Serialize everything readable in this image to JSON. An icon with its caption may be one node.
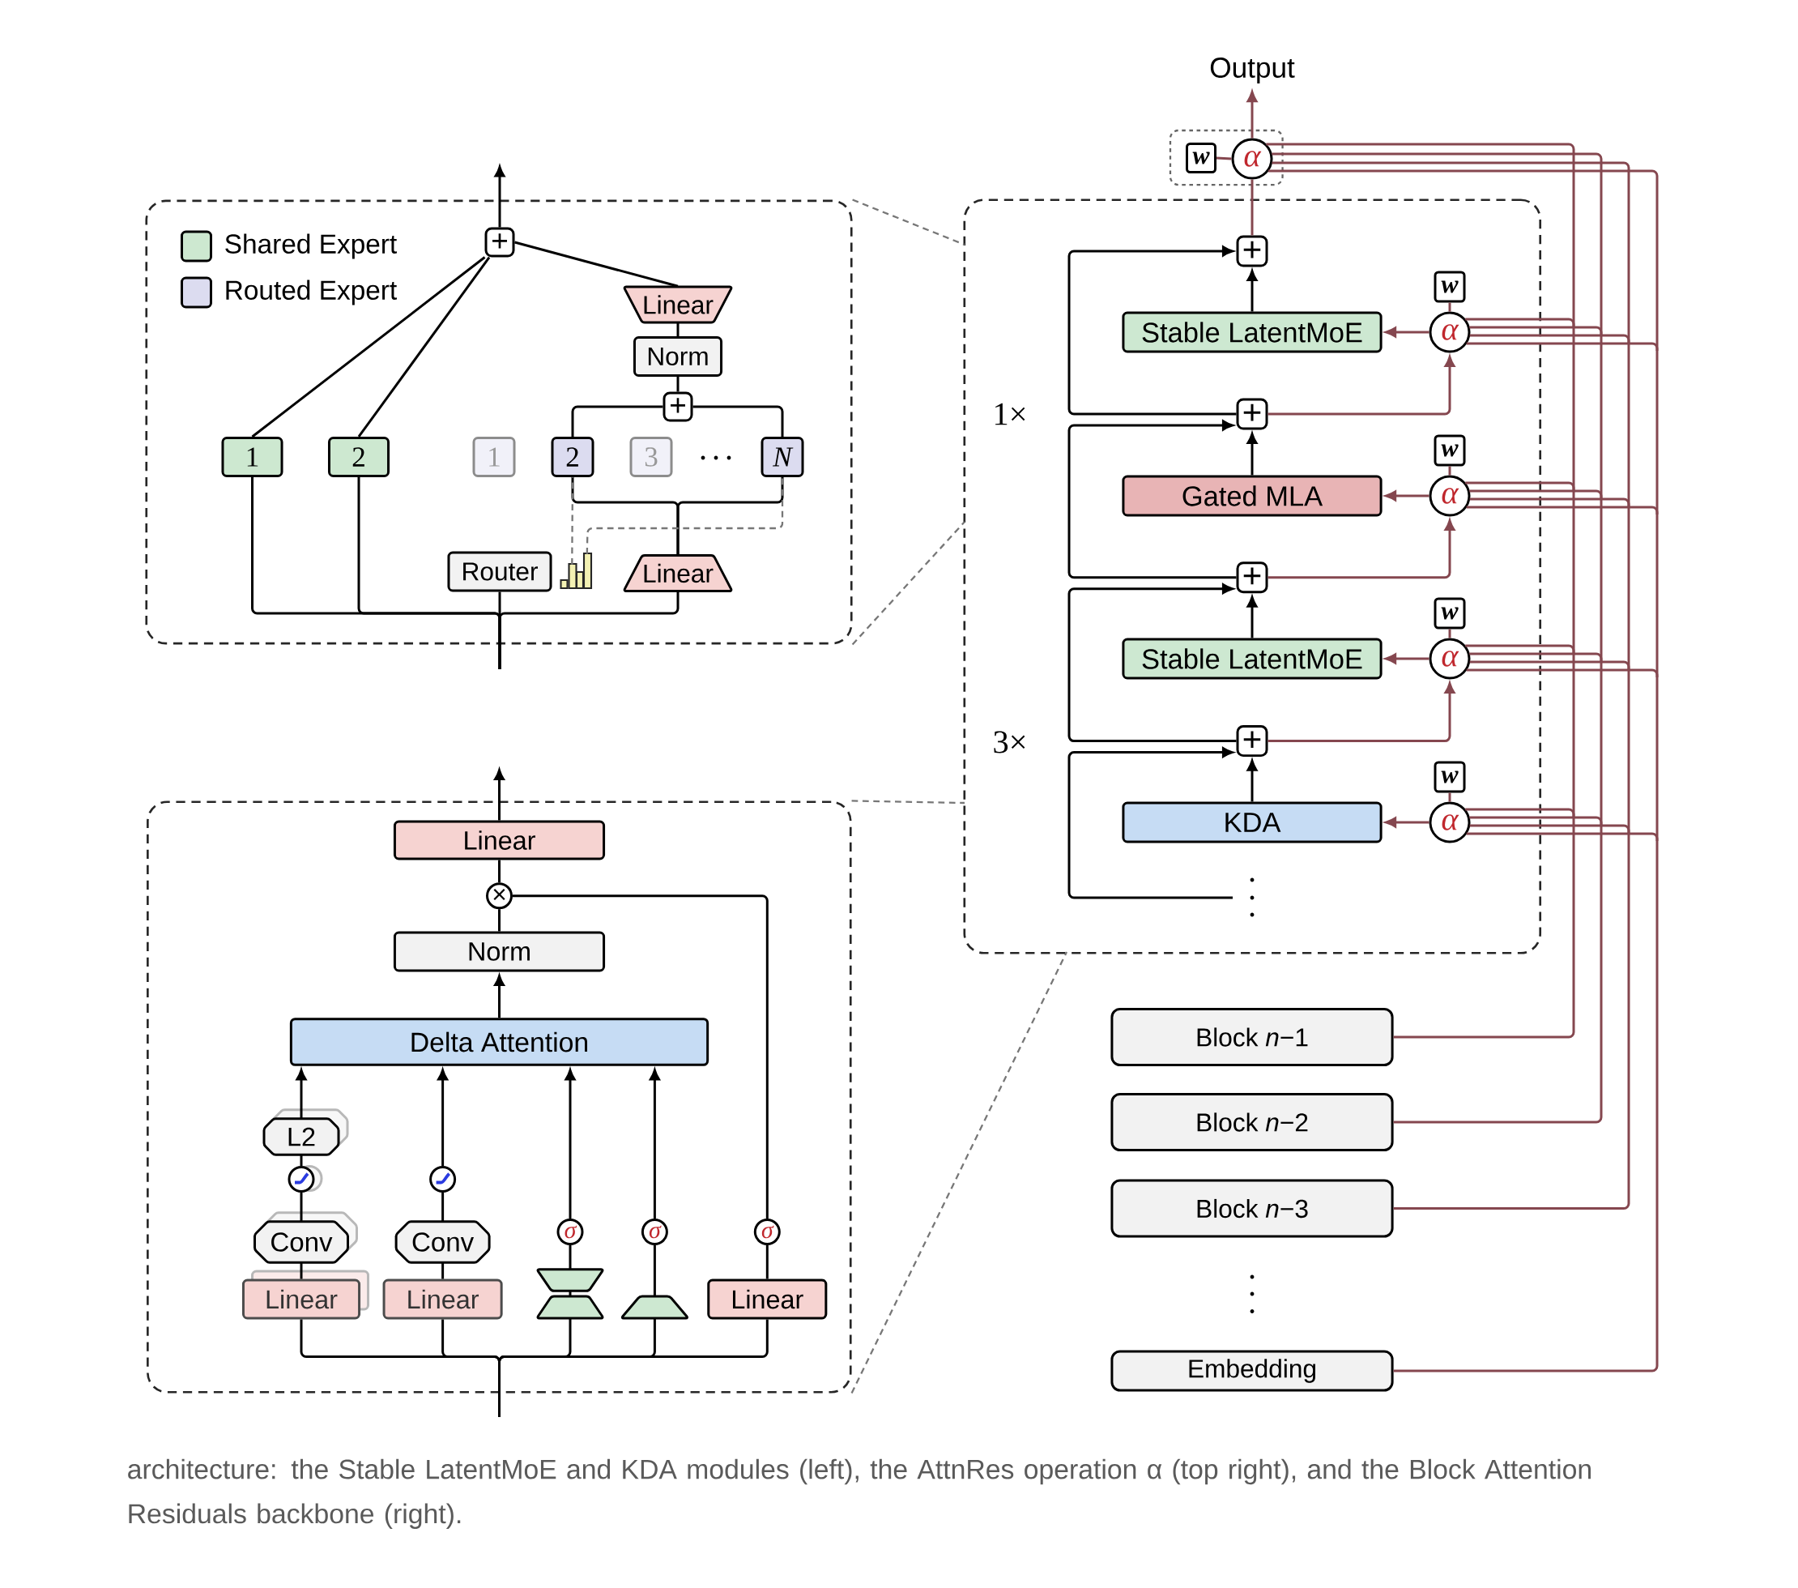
{
  "diagram": {
    "caption": "architecture: the Stable LatentMoE and KDA modules (left), the AttnRes operation α (top right), and the Block Attention Residuals backbone (right).",
    "nodes": [
      {
        "text": [],
        "shape": "box"
      },
      {
        "text": [
          "+"
        ],
        "in": 0
      },
      {
        "text": [
          "Linear"
        ],
        "in": 0
      },
      {
        "text": [
          "Norm"
        ],
        "in": 0
      },
      {
        "text": [
          "+"
        ],
        "in": 0
      },
      {
        "text": [
          "1"
        ],
        "in": 0
      },
      {
        "text": [
          "2"
        ],
        "in": 0
      },
      {
        "text": [
          "1"
        ],
        "in": 0
      },
      {
        "text": [
          "2"
        ],
        "in": 0
      },
      {
        "text": [
          "3"
        ],
        "in": 0
      },
      {
        "text": [
          "N"
        ],
        "in": 0
      },
      {
        "text": [
          "Router"
        ],
        "in": 0
      },
      {
        "text": [],
        "shape": "picture",
        "in": 0
      },
      {
        "text": [
          "Linear"
        ],
        "in": 0
      },
      {
        "text": [],
        "shape": "box"
      },
      {
        "text": [
          "Linear"
        ],
        "in": 14
      },
      {
        "text": [
          "×"
        ],
        "in": 14
      },
      {
        "text": [
          "Norm"
        ],
        "in": 14
      },
      {
        "text": [
          "Delta Attention"
        ],
        "in": 14
      },
      {
        "text": [
          "L2"
        ],
        "in": 14
      },
      {
        "text": [],
        "shape": "circle",
        "in": 14
      },
      {
        "text": [],
        "shape": "circle",
        "in": 14
      },
      {
        "text": [
          "σ"
        ],
        "in": 14
      },
      {
        "text": [
          "σ"
        ],
        "in": 14
      },
      {
        "text": [
          "σ"
        ],
        "in": 14
      },
      {
        "text": [
          "Conv"
        ],
        "in": 14
      },
      {
        "text": [
          "Conv"
        ],
        "in": 14
      },
      {
        "text": [],
        "shape": "trapezoid",
        "in": 14
      },
      {
        "text": [
          "Linear"
        ],
        "in": 14
      },
      {
        "text": [
          "Linear"
        ],
        "in": 14
      },
      {
        "text": [],
        "shape": "trapezoid",
        "in": 14
      },
      {
        "text": [],
        "shape": "trapezoid",
        "in": 14
      },
      {
        "text": [
          "Linear"
        ],
        "in": 14
      },
      {
        "text": [
          "Output"
        ]
      },
      {
        "text": [],
        "shape": "box"
      },
      {
        "text": [
          "w"
        ],
        "in": 34
      },
      {
        "text": [
          "α"
        ],
        "in": 34
      },
      {
        "text": [],
        "shape": "box"
      },
      {
        "text": [
          "+"
        ],
        "in": 37
      },
      {
        "text": [
          "w"
        ],
        "in": 37
      },
      {
        "text": [
          "Stable LatentMoE"
        ],
        "in": 37
      },
      {
        "text": [
          "α"
        ],
        "in": 37
      },
      {
        "text": [
          "+"
        ],
        "in": 37
      },
      {
        "text": [
          "w"
        ],
        "in": 37
      },
      {
        "text": [
          "Gated MLA"
        ],
        "in": 37
      },
      {
        "text": [
          "α"
        ],
        "in": 37
      },
      {
        "text": [
          "+"
        ],
        "in": 37
      },
      {
        "text": [
          "w"
        ],
        "in": 37
      },
      {
        "text": [
          "Stable LatentMoE"
        ],
        "in": 37
      },
      {
        "text": [
          "α"
        ],
        "in": 37
      },
      {
        "text": [
          "+"
        ],
        "in": 37
      },
      {
        "text": [
          "w"
        ],
        "in": 37
      },
      {
        "text": [
          "KDA"
        ],
        "in": 37
      },
      {
        "text": [
          "α"
        ],
        "in": 37
      },
      {
        "text": [
          "Block *n*−1"
        ]
      },
      {
        "text": [
          "Block *n*−2"
        ]
      },
      {
        "text": [
          "Block *n*−3"
        ]
      },
      {
        "text": [
          "Embedding"
        ]
      }
    ],
    "edges": [
      {
        "from": null,
        "to": 5,
        "arrow": "none"
      },
      {
        "from": null,
        "to": 6,
        "arrow": "none"
      },
      {
        "from": null,
        "to": 11,
        "arrow": "none"
      },
      {
        "from": null,
        "to": 13,
        "arrow": "none"
      },
      {
        "from": 13,
        "to": 8,
        "arrow": "none"
      },
      {
        "from": 13,
        "to": 10,
        "arrow": "none"
      },
      {
        "from": 12,
        "to": 8,
        "arrow": "none",
        "style": "dashed",
        "color": "#777777"
      },
      {
        "from": 12,
        "to": 10,
        "arrow": "none",
        "style": "dashed",
        "color": "#777777"
      },
      {
        "from": 8,
        "to": 4,
        "arrow": "none"
      },
      {
        "from": 10,
        "to": 4,
        "arrow": "none"
      },
      {
        "from": 4,
        "to": 3,
        "arrow": "none"
      },
      {
        "from": 3,
        "to": 2,
        "arrow": "none"
      },
      {
        "from": 2,
        "to": 1,
        "arrow": "none"
      },
      {
        "from": 5,
        "to": 1,
        "arrow": "none"
      },
      {
        "from": 6,
        "to": 1,
        "arrow": "none"
      },
      {
        "from": 1,
        "to": null,
        "arrow": "to"
      },
      {
        "from": null,
        "to": 28,
        "arrow": "none"
      },
      {
        "from": null,
        "to": 29,
        "arrow": "none"
      },
      {
        "from": null,
        "to": 30,
        "arrow": "none"
      },
      {
        "from": null,
        "to": 31,
        "arrow": "none"
      },
      {
        "from": null,
        "to": 32,
        "arrow": "none"
      },
      {
        "from": 28,
        "to": 25,
        "arrow": "none"
      },
      {
        "from": 25,
        "to": 20,
        "arrow": "none"
      },
      {
        "from": 20,
        "to": 19,
        "arrow": "none"
      },
      {
        "from": 19,
        "to": 18,
        "arrow": "to"
      },
      {
        "from": 29,
        "to": 26,
        "arrow": "none"
      },
      {
        "from": 26,
        "to": 21,
        "arrow": "none"
      },
      {
        "from": 21,
        "to": 18,
        "arrow": "to"
      },
      {
        "from": 30,
        "to": 27,
        "arrow": "none"
      },
      {
        "from": 27,
        "to": 22,
        "arrow": "none"
      },
      {
        "from": 22,
        "to": 18,
        "arrow": "to"
      },
      {
        "from": 31,
        "to": 23,
        "arrow": "none"
      },
      {
        "from": 23,
        "to": 18,
        "arrow": "to"
      },
      {
        "from": 32,
        "to": 24,
        "arrow": "none"
      },
      {
        "from": 24,
        "to": 16,
        "arrow": "none"
      },
      {
        "from": 18,
        "to": 17,
        "arrow": "to"
      },
      {
        "from": 17,
        "to": 16,
        "arrow": "none"
      },
      {
        "from": 16,
        "to": 15,
        "arrow": "none"
      },
      {
        "from": 15,
        "to": null,
        "arrow": "to"
      },
      {
        "from": 36,
        "to": 33,
        "arrow": "to",
        "color": "#85474f"
      },
      {
        "from": 35,
        "to": 36,
        "arrow": "none",
        "color": "#85474f"
      },
      {
        "from": 38,
        "to": 36,
        "arrow": "none",
        "color": "#85474f"
      },
      {
        "from": 40,
        "to": 38,
        "arrow": "to"
      },
      {
        "from": 42,
        "to": 38,
        "arrow": "to"
      },
      {
        "from": 42,
        "to": 41,
        "arrow": "to",
        "color": "#85474f"
      },
      {
        "from": 39,
        "to": 41,
        "arrow": "none",
        "color": "#85474f"
      },
      {
        "from": 41,
        "to": 40,
        "arrow": "to",
        "color": "#85474f"
      },
      {
        "from": 44,
        "to": 42,
        "arrow": "to"
      },
      {
        "from": 46,
        "to": 42,
        "arrow": "to"
      },
      {
        "from": 46,
        "to": 45,
        "arrow": "to",
        "color": "#85474f"
      },
      {
        "from": 43,
        "to": 45,
        "arrow": "none",
        "color": "#85474f"
      },
      {
        "from": 45,
        "to": 44,
        "arrow": "to",
        "color": "#85474f"
      },
      {
        "from": 48,
        "to": 46,
        "arrow": "to"
      },
      {
        "from": 50,
        "to": 46,
        "arrow": "to"
      },
      {
        "from": 50,
        "to": 49,
        "arrow": "to",
        "color": "#85474f"
      },
      {
        "from": 47,
        "to": 49,
        "arrow": "none",
        "color": "#85474f"
      },
      {
        "from": 49,
        "to": 48,
        "arrow": "to",
        "color": "#85474f"
      },
      {
        "from": 52,
        "to": 50,
        "arrow": "to"
      },
      {
        "from": null,
        "to": 50,
        "arrow": "to"
      },
      {
        "from": 51,
        "to": 53,
        "arrow": "none",
        "color": "#85474f"
      },
      {
        "from": 53,
        "to": 52,
        "arrow": "to",
        "color": "#85474f"
      },
      {
        "from": 54,
        "to": 36,
        "arrow": "none",
        "color": "#85474f"
      },
      {
        "from": 55,
        "to": 36,
        "arrow": "none",
        "color": "#85474f"
      },
      {
        "from": 56,
        "to": 36,
        "arrow": "none",
        "color": "#85474f"
      },
      {
        "from": 57,
        "to": 36,
        "arrow": "none",
        "color": "#85474f"
      },
      {
        "from": 54,
        "to": 41,
        "arrow": "none",
        "color": "#85474f"
      },
      {
        "from": 55,
        "to": 41,
        "arrow": "none",
        "color": "#85474f"
      },
      {
        "from": 56,
        "to": 41,
        "arrow": "none",
        "color": "#85474f"
      },
      {
        "from": 57,
        "to": 41,
        "arrow": "none",
        "color": "#85474f"
      },
      {
        "from": 54,
        "to": 45,
        "arrow": "none",
        "color": "#85474f"
      },
      {
        "from": 55,
        "to": 45,
        "arrow": "none",
        "color": "#85474f"
      },
      {
        "from": 56,
        "to": 45,
        "arrow": "none",
        "color": "#85474f"
      },
      {
        "from": 57,
        "to": 45,
        "arrow": "none",
        "color": "#85474f"
      },
      {
        "from": 54,
        "to": 49,
        "arrow": "none",
        "color": "#85474f"
      },
      {
        "from": 55,
        "to": 49,
        "arrow": "none",
        "color": "#85474f"
      },
      {
        "from": 56,
        "to": 49,
        "arrow": "none",
        "color": "#85474f"
      },
      {
        "from": 57,
        "to": 49,
        "arrow": "none",
        "color": "#85474f"
      },
      {
        "from": 54,
        "to": 53,
        "arrow": "none",
        "color": "#85474f"
      },
      {
        "from": 55,
        "to": 53,
        "arrow": "none",
        "color": "#85474f"
      },
      {
        "from": 56,
        "to": 53,
        "arrow": "none",
        "color": "#85474f"
      },
      {
        "from": 57,
        "to": 53,
        "arrow": "none",
        "color": "#85474f"
      },
      {
        "from": 0,
        "to": 37,
        "arrow": "none",
        "style": "dashed",
        "color": "#777777"
      },
      {
        "from": 0,
        "to": 37,
        "arrow": "none",
        "style": "dashed",
        "color": "#777777"
      },
      {
        "from": 14,
        "to": 37,
        "arrow": "none",
        "style": "dashed",
        "color": "#777777"
      },
      {
        "from": 14,
        "to": 37,
        "arrow": "none",
        "style": "dashed",
        "color": "#777777"
      }
    ],
    "labels": [
      "1×",
      "3×"
    ],
    "legend": [
      {
        "text": "Shared Expert",
        "color": "#cde8d0"
      },
      {
        "text": "Routed Expert",
        "color": "#dcdcf0"
      }
    ]
  }
}
